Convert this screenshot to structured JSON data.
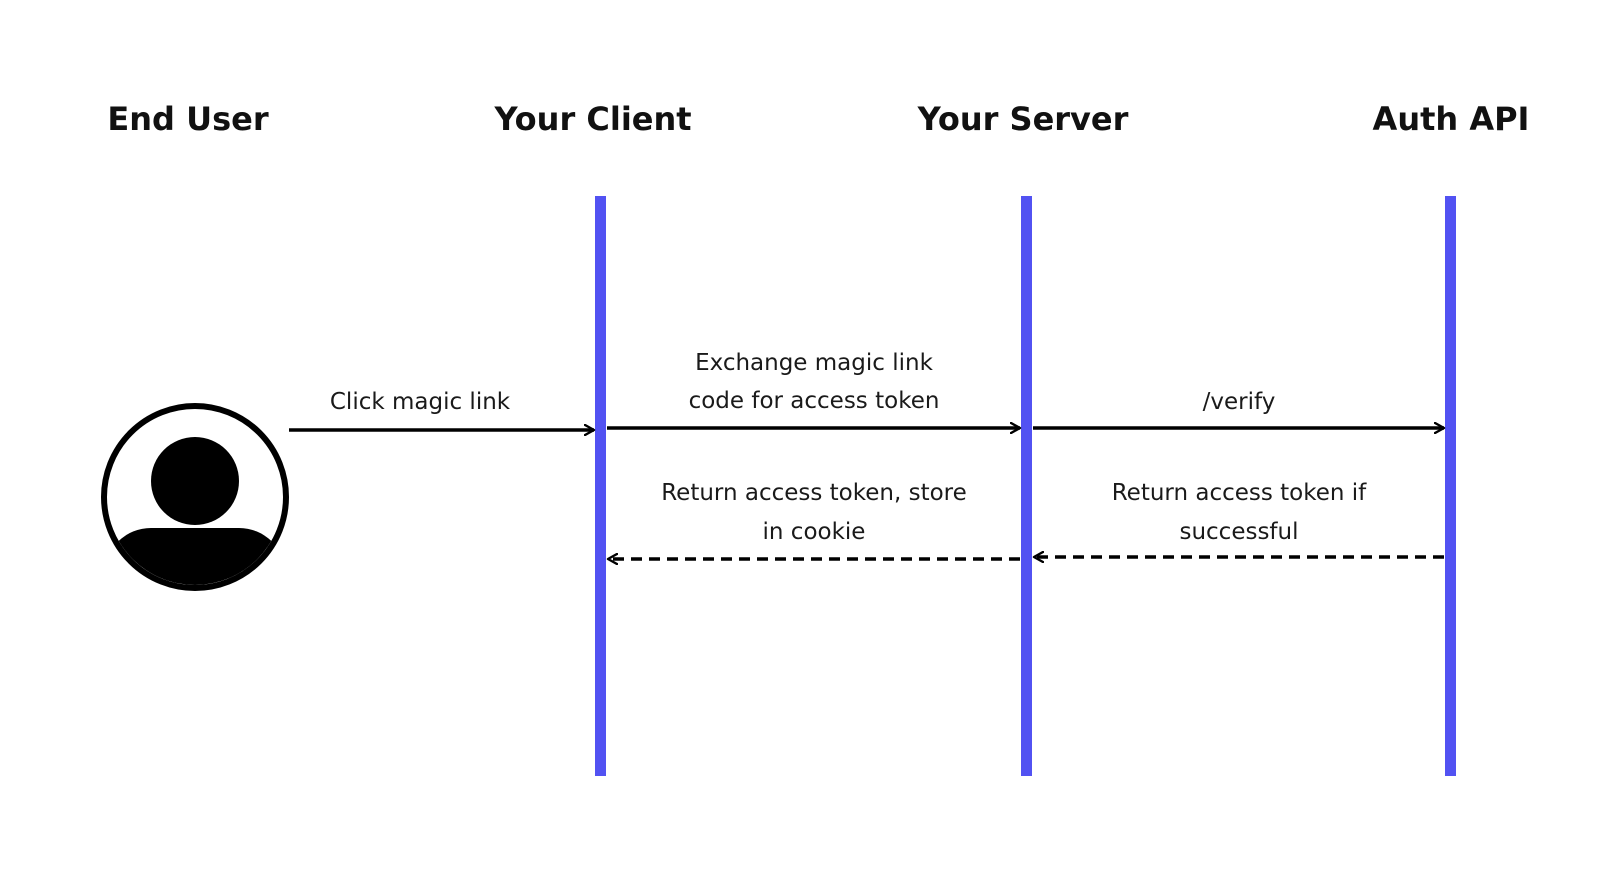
{
  "actors": [
    {
      "id": "end-user",
      "label": "End User"
    },
    {
      "id": "your-client",
      "label": "Your Client"
    },
    {
      "id": "your-server",
      "label": "Your Server"
    },
    {
      "id": "auth-api",
      "label": "Auth API"
    }
  ],
  "colors": {
    "lifeline": "#5252f2",
    "arrow": "#000000",
    "text": "#111111"
  },
  "avatar_icon": "user-avatar-icon",
  "messages": [
    {
      "id": "click-magic-link",
      "from": "end-user",
      "to": "your-client",
      "style": "solid",
      "lines": [
        "Click magic link"
      ]
    },
    {
      "id": "exchange-code",
      "from": "your-client",
      "to": "your-server",
      "style": "solid",
      "lines": [
        "Exchange magic link",
        "code for access token"
      ]
    },
    {
      "id": "verify",
      "from": "your-server",
      "to": "auth-api",
      "style": "solid",
      "lines": [
        "/verify"
      ]
    },
    {
      "id": "return-token-if-successful",
      "from": "auth-api",
      "to": "your-server",
      "style": "dashed",
      "lines": [
        "Return access token if",
        "successful"
      ]
    },
    {
      "id": "return-token-store-cookie",
      "from": "your-server",
      "to": "your-client",
      "style": "dashed",
      "lines": [
        "Return access token, store",
        "in cookie"
      ]
    }
  ]
}
